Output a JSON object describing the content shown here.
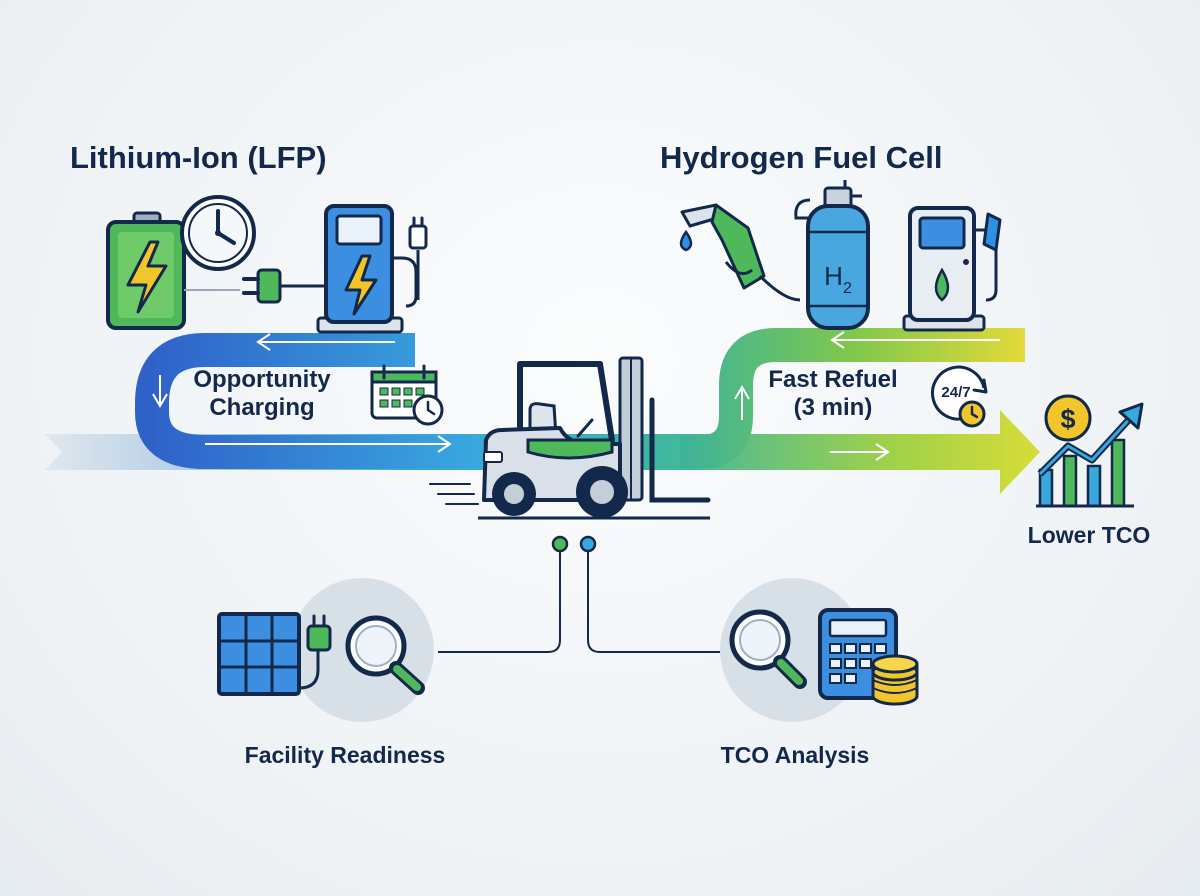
{
  "diagram": {
    "left_title": "Lithium-Ion (LFP)",
    "right_title": "Hydrogen Fuel Cell",
    "left_feature_line1": "Opportunity",
    "left_feature_line2": "Charging",
    "right_feature_line1": "Fast Refuel",
    "right_feature_line2": "(3 min)",
    "h2_symbol": "H",
    "h2_subscript": "2",
    "clock_badge": "24/7",
    "outcome": "Lower TCO",
    "currency_symbol": "$",
    "bottom_left_label": "Facility Readiness",
    "bottom_right_label": "TCO Analysis"
  },
  "colors": {
    "navy": "#13294b",
    "blue": "#2f6fd6",
    "cyan": "#37a9de",
    "green": "#4fb85a",
    "lime": "#c9dd3a",
    "yellow": "#f2c52b"
  }
}
